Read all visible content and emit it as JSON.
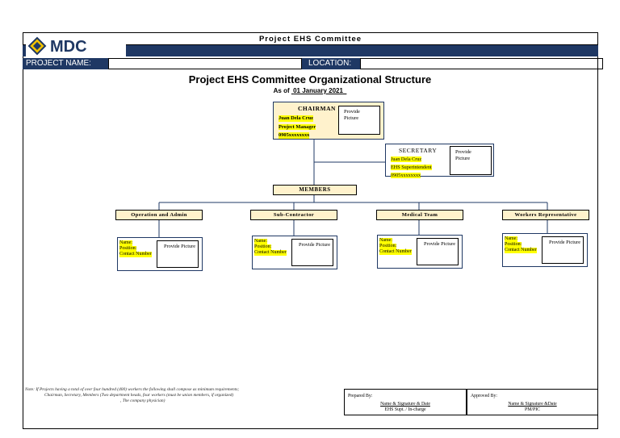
{
  "header": {
    "form_title": "Project EHS Committee",
    "logo_text": "MDC",
    "project_name_label": "PROJECT NAME:",
    "project_name_value": "",
    "location_label": "LOCATION:",
    "location_value": ""
  },
  "doc": {
    "title": "Project EHS Committee Organizational Structure",
    "as_of_label": "As of",
    "as_of_date": "01 January 2021"
  },
  "chairman": {
    "role": "CHAIRMAN",
    "name": "Juan Dela Cruz",
    "position": "Project Manager",
    "contact": "0905xxxxxxxx",
    "picture_text": "Provide Picture"
  },
  "secretary": {
    "role": "SECRETARY",
    "name": "Juan Dela Cruz",
    "position": "EHS Superintendent",
    "contact": "0905xxxxxxxx",
    "picture_text": "Provide Picture"
  },
  "members": {
    "label": "MEMBERS",
    "groups": [
      {
        "title": "Operation and Admin",
        "name_label": "Name:",
        "position_label": "Position:",
        "contact_label": "Contact Number",
        "picture_text": "Provide Picture"
      },
      {
        "title": "Sub-Contractor",
        "name_label": "Name:",
        "position_label": "Position:",
        "contact_label": "Contact Number",
        "picture_text": "Provide Picture"
      },
      {
        "title": "Medical Team",
        "name_label": "Name:",
        "position_label": "Position:",
        "contact_label": "Contact Number",
        "picture_text": "Provide Picture"
      },
      {
        "title": "Workers Representative",
        "name_label": "Name:",
        "position_label": "Position:",
        "contact_label": "Contact Number",
        "picture_text": "Provide Picture"
      }
    ]
  },
  "footer": {
    "note_line1": "Note: If Projects having a total of over four hundred (400) workers the following shall compose as minimum requirements;",
    "note_line2": "Chairman, Secretary, Members (Two department heads, four workers (must be union members, if organized)",
    "note_line3": ", The company physician)",
    "prepared_label": "Prepared By:",
    "prepared_name": "Name & Signature & Date",
    "prepared_role": "EHS Supt. / In-charge",
    "approved_label": "Approved By:",
    "approved_name": "Name & Signature &Date",
    "approved_role": "PM/PIC"
  },
  "colors": {
    "navy": "#1f3864",
    "cream": "#fff2cc",
    "highlight": "#ffff00",
    "logo_gold": "#f2c200"
  }
}
